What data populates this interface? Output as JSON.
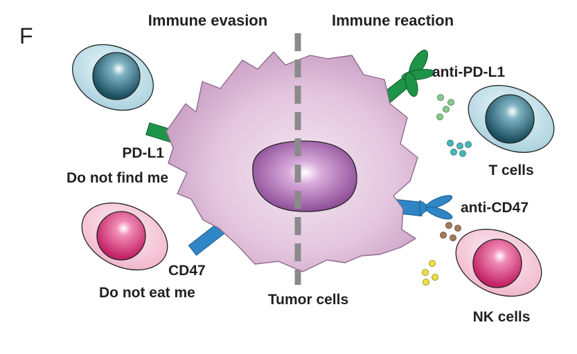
{
  "panel_letter": "F",
  "headers": {
    "left": "Immune evasion",
    "right": "Immune reaction"
  },
  "labels": {
    "pdl1": "PD-L1",
    "pdl1_desc": "Do not find me",
    "cd47": "CD47",
    "cd47_desc": "Do not eat me",
    "tumor": "Tumor cells",
    "anti_pdl1": "anti-PD-L1",
    "anti_cd47": "anti-CD47",
    "t_cells": "T cells",
    "nk_cells": "NK cells"
  },
  "colors": {
    "tumor_membrane": "#dcb8d6",
    "tumor_nucleus": "#a066aa",
    "divider": "#8a8a8a",
    "pdl1_green": "#1e9448",
    "cd47_blue": "#2f86c6",
    "t_cell_outer": "#bcdce6",
    "t_cell_nucleus": "#2d6f82",
    "nk_cell_outer": "#f5c6d7",
    "nk_cell_nucleus": "#d83c7e",
    "dot_green": "#8cc78f",
    "dot_teal": "#4cb5b8",
    "dot_brown": "#a07b5a",
    "dot_yellow": "#ece042"
  }
}
